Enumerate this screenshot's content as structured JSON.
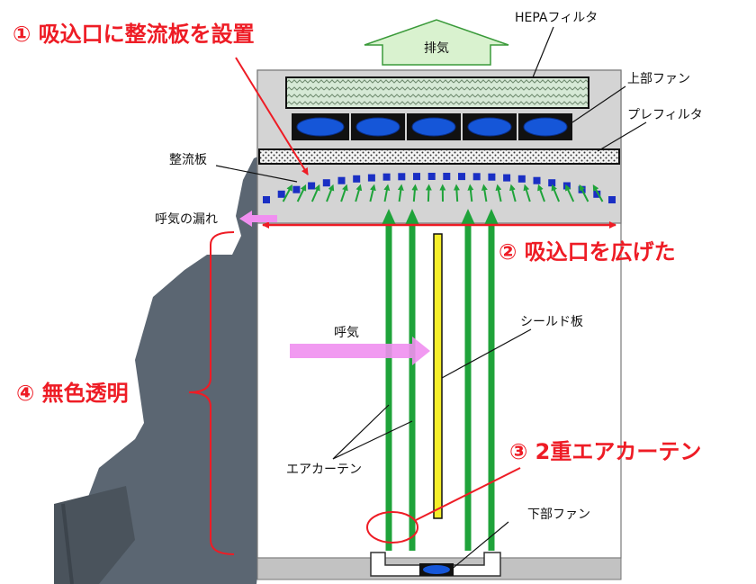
{
  "annotations": {
    "point1": "① 吸込口に整流板を設置",
    "point2": "② 吸込口を広げた",
    "point3": "③ 2重エアカーテン",
    "point4": "④ 無色透明"
  },
  "labels": {
    "exhaust": "排気",
    "hepa": "HEPAフィルタ",
    "upper_fan": "上部ファン",
    "prefilter": "プレフィルタ",
    "straightener": "整流板",
    "leak": "呼気の漏れ",
    "exhale": "呼気",
    "shield": "シールド板",
    "air_curtain": "エアカーテン",
    "lower_fan": "下部ファン"
  },
  "colors": {
    "annotation_red": "#ee1c25",
    "airflow_green": "#1fa33a",
    "exhale_pink": "#f08ff0",
    "shield_yellow": "#f5ee2a",
    "fan_blue": "#1556d8",
    "guide_blue": "#1a2fc4"
  }
}
